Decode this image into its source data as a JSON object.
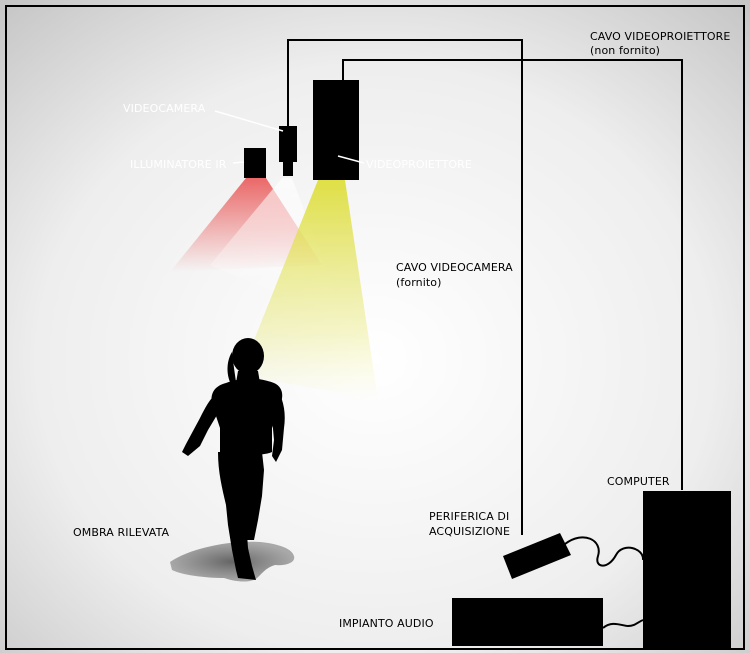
{
  "labels": {
    "videocamera": "VIDEOCAMERA",
    "illuminatore_ir": "ILLUMINATORE IR",
    "videoproiettore": "VIDEOPROIETTORE",
    "cavo_videoproiettore_1": "CAVO VIDEOPROIETTORE",
    "cavo_videoproiettore_2": "(non fornito)",
    "cavo_videocamera_1": "CAVO VIDEOCAMERA",
    "cavo_videocamera_2": "(fornito)",
    "computer": "COMPUTER",
    "periferica_1": "PERIFERICA DI",
    "periferica_2": "ACQUISIZIONE",
    "impianto_audio": "IMPIANTO AUDIO",
    "ombra_rilevata": "OMBRA RILEVATA"
  },
  "colors": {
    "ir_beam": "#e83a3a",
    "projector_beam": "#e6e65a",
    "camera_beam": "#ffffff",
    "device": "#000000"
  }
}
